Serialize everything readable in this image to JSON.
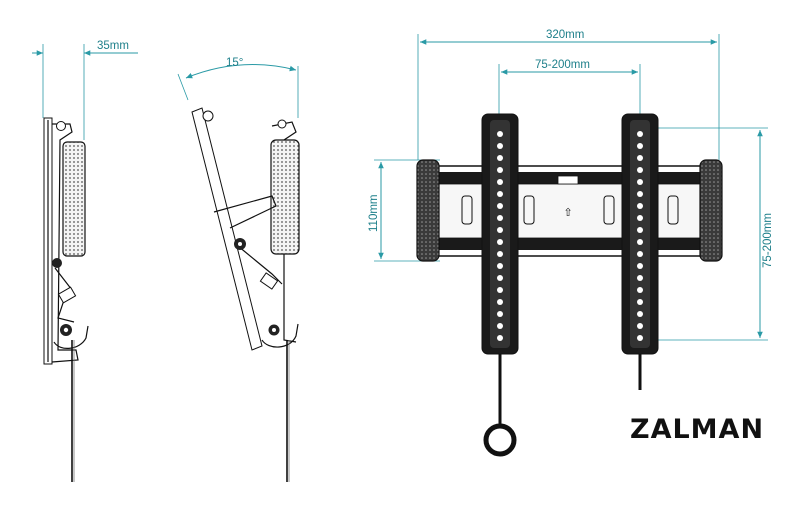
{
  "dimensions": {
    "depth": "35mm",
    "tilt": "15°",
    "width": "320mm",
    "arm_spacing": "75-200mm",
    "height": "110mm",
    "vertical_spacing": "75-200mm"
  },
  "brand": {
    "logo_text": "ZALMAN"
  },
  "colors": {
    "dimension_line": "#2a9aa6",
    "dimension_text": "#1d7f8a",
    "ink": "#111111"
  }
}
